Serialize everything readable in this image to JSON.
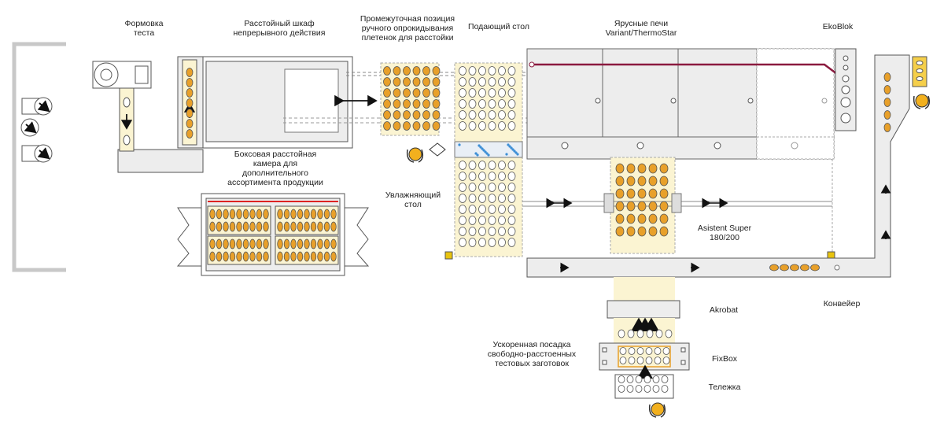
{
  "labels": {
    "dough_forming": "Формовка\nтеста",
    "proofer_continuous": "Расстойный шкаф\nнепрерывного действия",
    "intermediate_position": "Промежуточная позиция\nручного опрокидывания\nплетенок для расстойки",
    "feeding_table": "Подающий стол",
    "deck_ovens": "Ярусные печи\nVariant/ThermoStar",
    "ekoblok": "EkoBlok",
    "box_proofer": "Боксовая расстойная\nкамера для\nдополнительного\nассортимента продукции",
    "humidifying_table": "Увлажняющий\nстол",
    "asistent": "Asistent Super\n180/200",
    "conveyor": "Конвейер",
    "akrobat": "Akrobat",
    "accelerated_loading": "Ускоренная посадка\nсвободно-расстоенных\nтестовых заготовок",
    "fixbox": "FixBox",
    "trolley": "Тележка"
  },
  "colors": {
    "cream": "#fbf4d2",
    "dough": "#e8a02a",
    "panel": "#eeeeee",
    "stroke": "#555555",
    "oven_rail": "#8b1a3f",
    "worker": "#f2b01e",
    "heat_arrow": "#f07a1a",
    "mist": "#3d8fd6"
  }
}
